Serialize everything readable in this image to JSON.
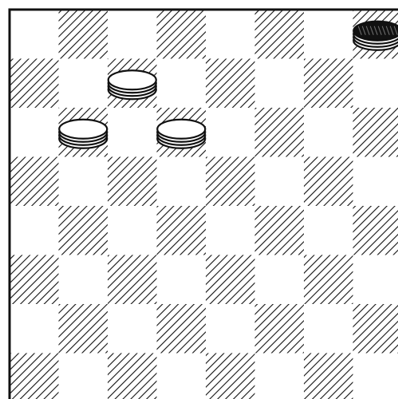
{
  "board": {
    "type": "checkers",
    "rows": 8,
    "columns_visible": 8,
    "square_colors": {
      "light": "#ffffff",
      "dark_hatch_line": "#111111",
      "frame": "#111111"
    },
    "dark_square_parity": "row+col odd",
    "pieces": [
      {
        "color": "white",
        "row": 1,
        "col": 2,
        "piece": "man"
      },
      {
        "color": "white",
        "row": 2,
        "col": 1,
        "piece": "man"
      },
      {
        "color": "white",
        "row": 2,
        "col": 3,
        "piece": "man"
      },
      {
        "color": "black",
        "row": 0,
        "col": 7,
        "piece": "man"
      }
    ]
  }
}
